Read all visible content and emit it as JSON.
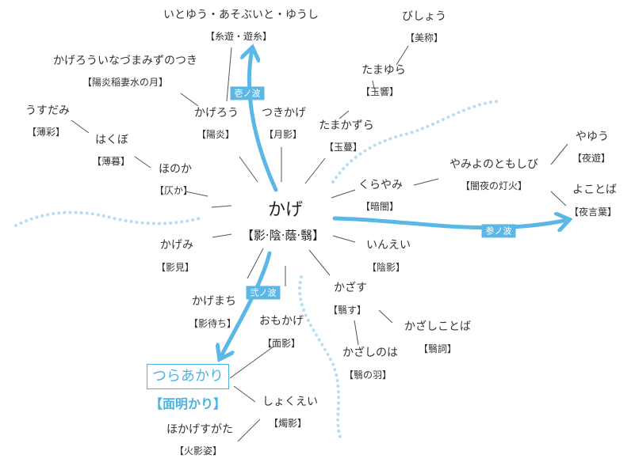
{
  "center": {
    "word": "かげ",
    "kanji": "【影·陰·蔭·翳】"
  },
  "highlight": {
    "word": "つらあかり",
    "kanji": "【面明かり】",
    "color": "#4ab3e6"
  },
  "wave_tags": {
    "first": "壱ノ波",
    "second": "弐ノ波",
    "third": "参ノ波"
  },
  "colors": {
    "arrow": "#5bb8e6",
    "dots": "#b9dcf2",
    "line": "#555555"
  },
  "words": [
    {
      "id": "itoyuu",
      "word": "いとゆう・あそぶいと・ゆうし",
      "kanji": "【糸遊・遊糸】"
    },
    {
      "id": "kagerouinazuma",
      "word": "かげろういなづまみずのつき",
      "kanji": "【陽炎稲妻水の月】"
    },
    {
      "id": "usuzumi",
      "word": "うすだみ",
      "kanji": "【薄彩】"
    },
    {
      "id": "hakubo",
      "word": "はくぼ",
      "kanji": "【薄暮】"
    },
    {
      "id": "honoka",
      "word": "ほのか",
      "kanji": "【仄か】"
    },
    {
      "id": "kagerou",
      "word": "かげろう",
      "kanji": "【陽炎】"
    },
    {
      "id": "tsukikage",
      "word": "つきかげ",
      "kanji": "【月影】"
    },
    {
      "id": "bishou",
      "word": "びしょう",
      "kanji": "【美称】"
    },
    {
      "id": "tamayura",
      "word": "たまゆら",
      "kanji": "【玉響】"
    },
    {
      "id": "tamakazura",
      "word": "たまかずら",
      "kanji": "【玉蔓】"
    },
    {
      "id": "kurayami",
      "word": "くらやみ",
      "kanji": "【暗闇】"
    },
    {
      "id": "yamiyo",
      "word": "やみよのともしび",
      "kanji": "【闇夜の灯火】"
    },
    {
      "id": "yayuu",
      "word": "やゆう",
      "kanji": "【夜遊】"
    },
    {
      "id": "yokotoba",
      "word": "よことば",
      "kanji": "【夜言葉】"
    },
    {
      "id": "kagemi",
      "word": "かげみ",
      "kanji": "【影見】"
    },
    {
      "id": "inei",
      "word": "いんえい",
      "kanji": "【陰影】"
    },
    {
      "id": "kagemachi",
      "word": "かげまち",
      "kanji": "【影待ち】"
    },
    {
      "id": "kazasu",
      "word": "かざす",
      "kanji": "【翳す】"
    },
    {
      "id": "kazashikotoba",
      "word": "かざしことば",
      "kanji": "【翳詞】"
    },
    {
      "id": "kazashinoha",
      "word": "かざしのは",
      "kanji": "【翳の羽】"
    },
    {
      "id": "omokage",
      "word": "おもかげ",
      "kanji": "【面影】"
    },
    {
      "id": "shokuei",
      "word": "しょくえい",
      "kanji": "【燭影】"
    },
    {
      "id": "hokage",
      "word": "ほかげすがた",
      "kanji": "【火影姿】"
    }
  ]
}
